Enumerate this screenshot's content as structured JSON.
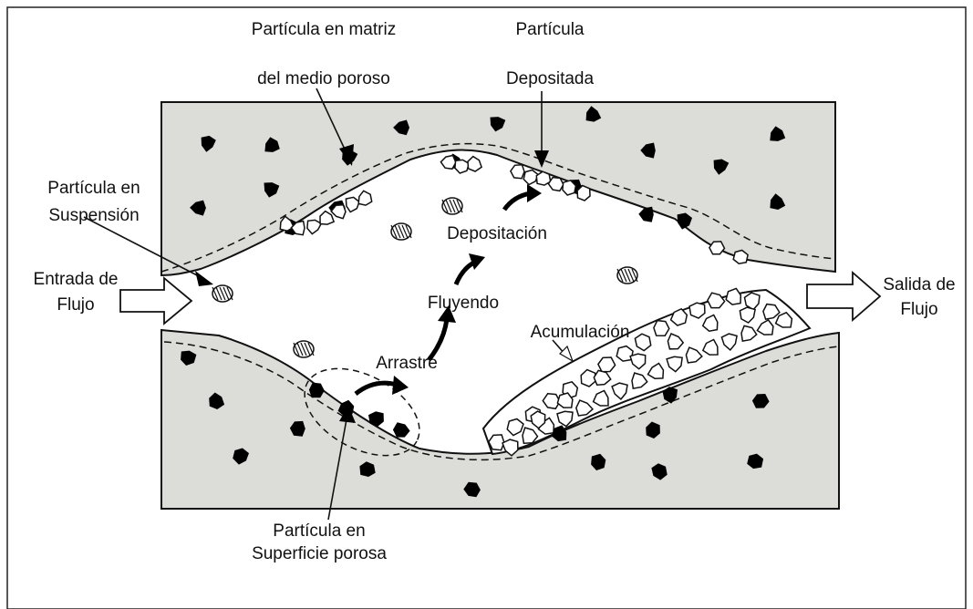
{
  "labels": {
    "particle_matrix": [
      "Partícula en matriz",
      "del medio poroso"
    ],
    "particle_deposited": [
      "Partícula",
      "Depositada"
    ],
    "particle_suspension": [
      "Partícula en",
      "Suspensión"
    ],
    "inlet": [
      "Entrada de",
      "Flujo"
    ],
    "outlet": [
      "Salida de",
      "Flujo"
    ],
    "deposition": "Depositación",
    "flowing": "Fluyendo",
    "drag": "Arrastre",
    "accumulation": "Acumulación",
    "particle_surface": [
      "Partícula en",
      "Superficie porosa"
    ]
  },
  "colors": {
    "rock": "#dcdcd8",
    "particle": "#000000",
    "outline": "#111111",
    "background": "#ffffff"
  }
}
